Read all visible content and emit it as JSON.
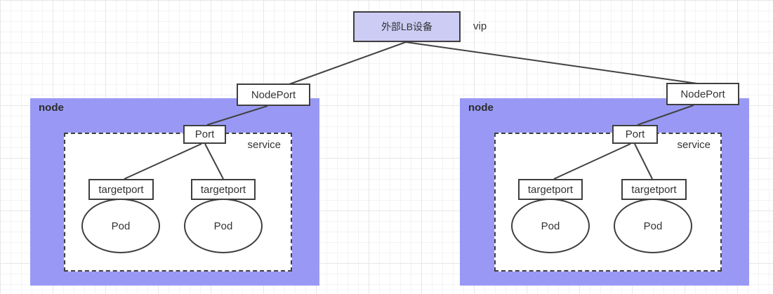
{
  "diagram": {
    "lb_box": {
      "label": "外部LB设备"
    },
    "vip_label": "vip",
    "nodeports": [
      {
        "label": "NodePort"
      },
      {
        "label": "NodePort"
      }
    ],
    "nodes": [
      {
        "label": "node",
        "service_label": "service",
        "port_label": "Port",
        "targetports": [
          "targetport",
          "targetport"
        ],
        "pods": [
          "Pod",
          "Pod"
        ]
      },
      {
        "label": "node",
        "service_label": "service",
        "port_label": "Port",
        "targetports": [
          "targetport",
          "targetport"
        ],
        "pods": [
          "Pod",
          "Pod"
        ]
      }
    ],
    "colors": {
      "node_fill": "#9999f5",
      "lb_fill": "#ccccf5",
      "shape_border": "#3f3f3f",
      "edge": "#424242",
      "text": "#333333"
    }
  }
}
